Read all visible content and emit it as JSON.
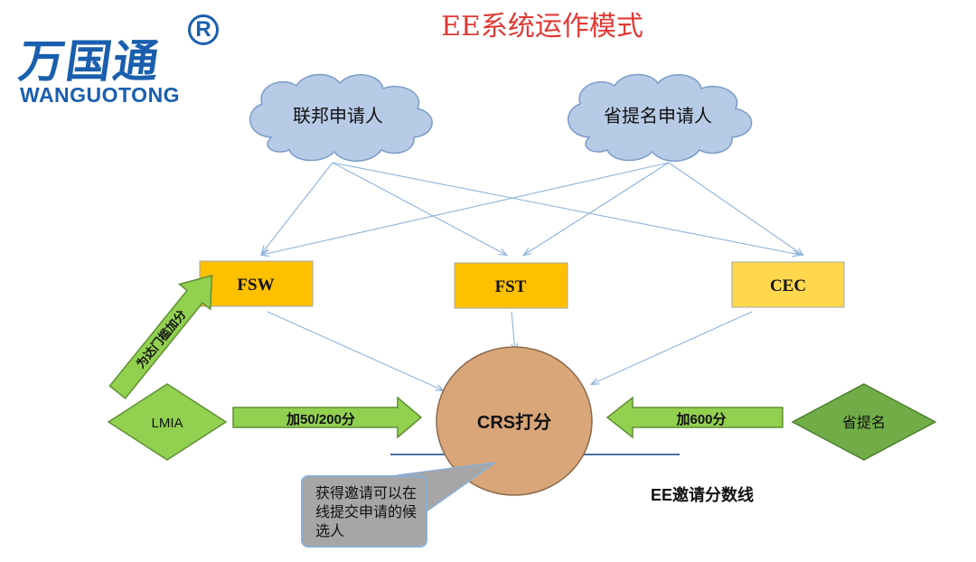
{
  "logo": {
    "mark_text": "万国通",
    "registered_symbol": "R",
    "brand_text": "WANGUOTONG"
  },
  "title": "EE系统运作模式",
  "applicants": {
    "federal": "联邦申请人",
    "provincial": "省提名申请人"
  },
  "programs": {
    "fsw": "FSW",
    "fst": "FST",
    "cec": "CEC"
  },
  "crs": "CRS打分",
  "lmia": {
    "label": "LMIA",
    "points_arrow": "加50/200分",
    "threshold_arrow": "为达门槛加分"
  },
  "provincial_nomination": {
    "label": "省提名",
    "points_arrow": "加600分"
  },
  "callout": "获得邀请可以在线提交申请的候选人",
  "cutoff_line_label": "EE邀请分数线",
  "colors": {
    "title": "#e03a35",
    "logo": "#1a5fae",
    "cloud": "#b7cbe6",
    "box_fill_fsw_fst": "#ffc000",
    "box_fill_cec": "#ffd84d",
    "crs_circle": "#d9a679",
    "diamond_light": "#92d050",
    "diamond_dark": "#70ad47",
    "arrow_fill": "#92d050",
    "connector": "#8db3dc",
    "cutoff_line": "#4a6fa0"
  }
}
